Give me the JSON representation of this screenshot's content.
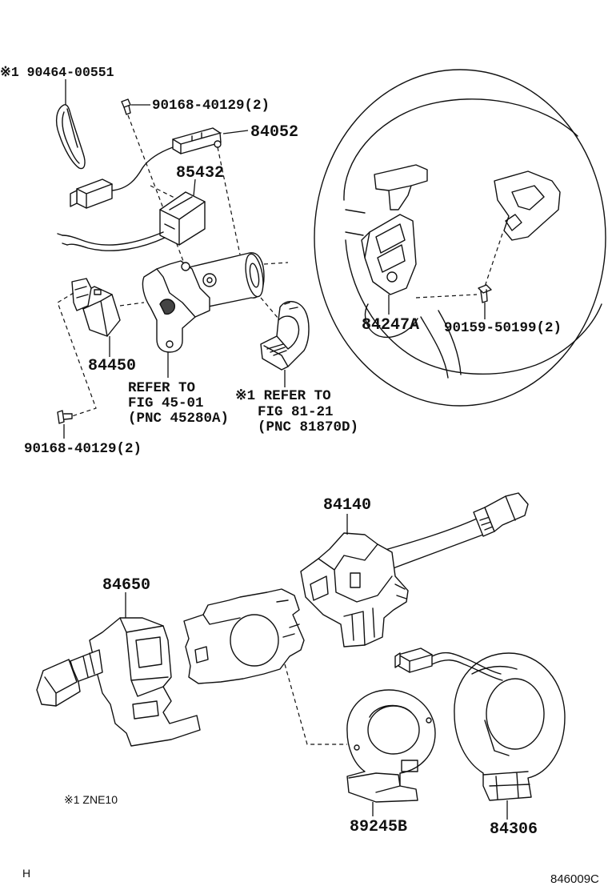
{
  "labels": {
    "clamp": "※1 90464-00551",
    "screw_upper": "90168-40129(2)",
    "sensor": "84052",
    "amplifier": "85432",
    "switch_left": "84450",
    "refer_lock": [
      "REFER TO",
      "FIG 45-01",
      "(PNC 45280A)"
    ],
    "refer_cover": [
      "※1 REFER TO",
      "FIG 81-21",
      "(PNC 81870D)"
    ],
    "screw_lower": "90168-40129(2)",
    "wheel_switch": "84247A",
    "wheel_screw": "90159-50199(2)",
    "turn_switch": "84140",
    "wiper_switch": "84650",
    "steering_sensor": "89245B",
    "spiral_cable": "84306"
  },
  "note": "※1 ZNE10",
  "corner_mark": "H",
  "figure_code": "846009C"
}
